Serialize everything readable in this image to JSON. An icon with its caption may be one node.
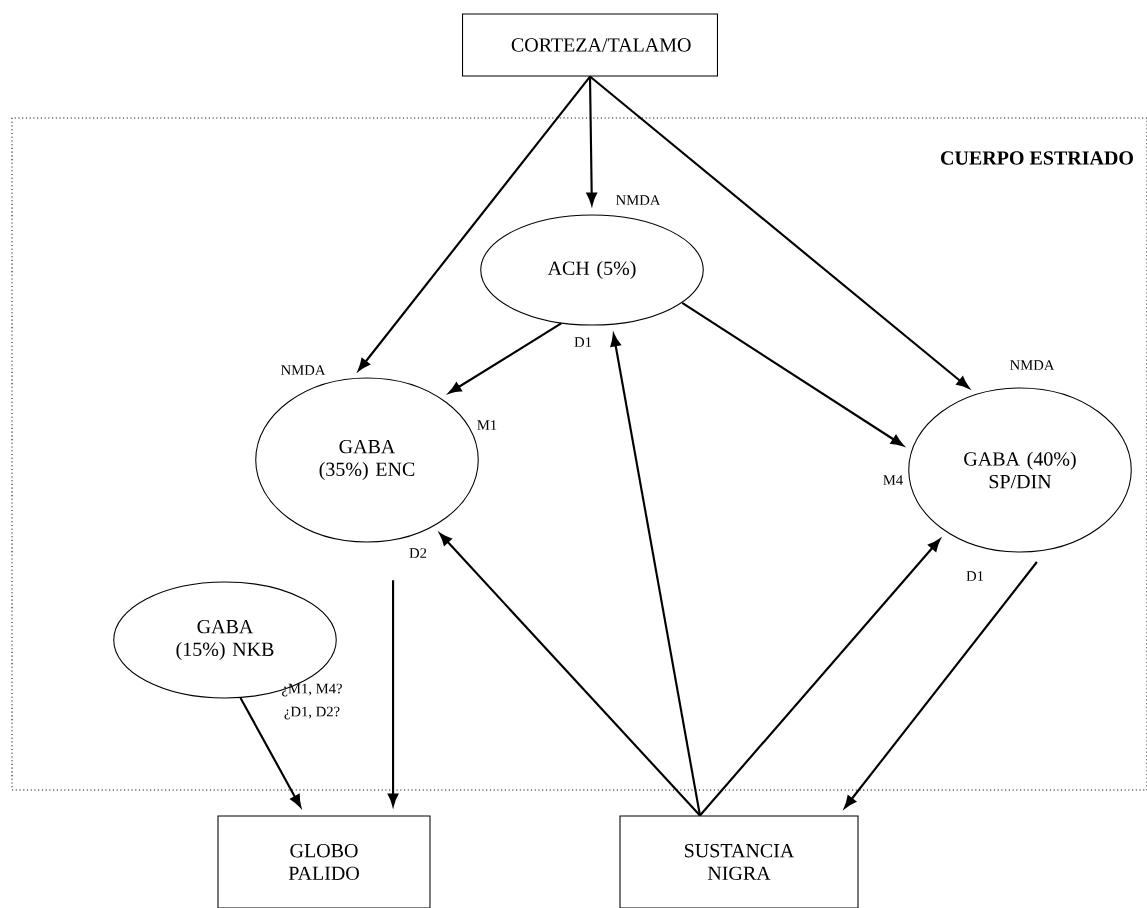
{
  "diagram": {
    "nodes": [
      {
        "text": [
          "CORTEZA/TALAMO"
        ]
      },
      {
        "text": [
          "CUERPO ESTRIADO"
        ]
      },
      {
        "text": [
          "ACH (5%)"
        ],
        "in": 1,
        "beside": [
          "NMDA",
          "D1"
        ]
      },
      {
        "text": [
          "GABA (35%) ENC"
        ],
        "in": 1,
        "beside": [
          "NMDA",
          "M1",
          "D2"
        ]
      },
      {
        "text": [
          "GABA (40%) SP/DIN"
        ],
        "in": 1,
        "beside": [
          "NMDA",
          "M4",
          "D1"
        ]
      },
      {
        "text": [
          "GABA (15%) NKB"
        ],
        "in": 1
      },
      {
        "text": [
          "GLOBO PALIDO"
        ]
      },
      {
        "text": [
          "SUSTANCIA NIGRA"
        ]
      }
    ],
    "edges": [
      {
        "from": 0,
        "to": 3,
        "arrow": "to"
      },
      {
        "from": 0,
        "to": 2,
        "arrow": "to"
      },
      {
        "from": 0,
        "to": 4,
        "arrow": "to"
      },
      {
        "from": 2,
        "to": 3,
        "arrow": "to"
      },
      {
        "from": 2,
        "to": 4,
        "arrow": "to"
      },
      {
        "from": 7,
        "to": 3,
        "arrow": "to"
      },
      {
        "from": 7,
        "to": 2,
        "arrow": "to"
      },
      {
        "from": 7,
        "to": 4,
        "arrow": "to"
      },
      {
        "from": 3,
        "to": 6,
        "arrow": "to"
      },
      {
        "from": 5,
        "to": 6,
        "arrow": "to"
      },
      {
        "from": 4,
        "to": 7,
        "arrow": "to"
      }
    ],
    "labels": [
      "¿M1, M4?",
      "¿D1, D2?"
    ]
  }
}
